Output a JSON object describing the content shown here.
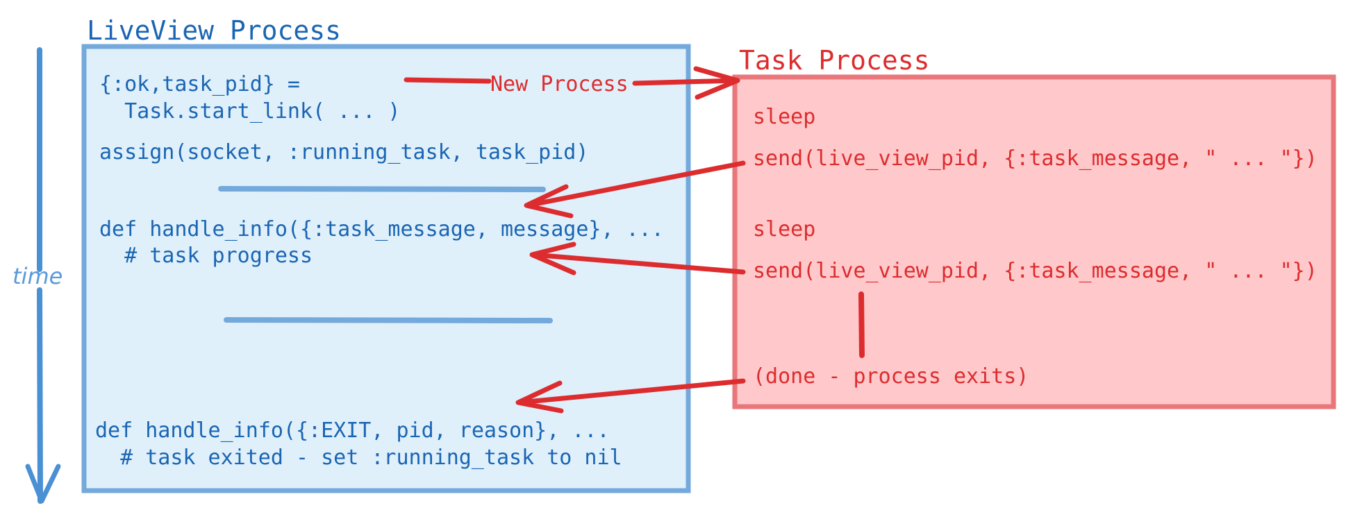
{
  "liveview": {
    "title": "LiveView Process",
    "code": {
      "start_line1": "{:ok,task_pid} =",
      "start_line2": "  Task.start_link( ... )",
      "assign": "assign(socket, :running_task, task_pid)",
      "info_line1": "def handle_info({:task_message, message}, ...",
      "info_line2": "  # task progress",
      "exit_line1": "def handle_info({:EXIT, pid, reason}, ...",
      "exit_line2": "  # task exited - set :running_task to nil"
    }
  },
  "task": {
    "title": "Task Process",
    "code": {
      "sleep1": "sleep",
      "send1": "send(live_view_pid, {:task_message, \" ... \"})",
      "sleep2": "sleep",
      "send2": "send(live_view_pid, {:task_message, \" ... \"})",
      "done": "(done - process exits)"
    }
  },
  "arrows": {
    "new_process_label": "New Process"
  },
  "axis": {
    "time_label": "time"
  },
  "colors": {
    "blue_text": "#1a65b3",
    "blue_stroke": "#74a9dc",
    "blue_fill": "#dff0fb",
    "red_text": "#dc2c2e",
    "red_stroke": "#e9767a",
    "red_fill": "#ffc8ca"
  }
}
